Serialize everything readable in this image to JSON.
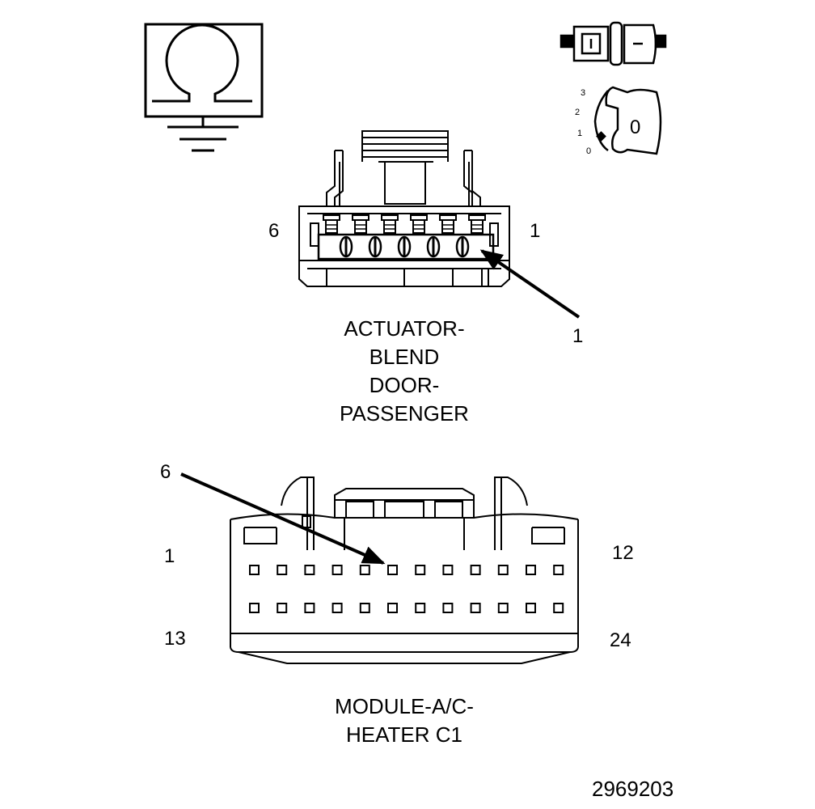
{
  "ground_symbol": {
    "icon": "ohmmeter-ground-icon"
  },
  "key_switch": {
    "positions": [
      "3",
      "2",
      "1",
      "0"
    ],
    "key_label": "0"
  },
  "connector_top": {
    "title_lines": [
      "ACTUATOR-",
      "BLEND",
      "DOOR-",
      "PASSENGER"
    ],
    "pin_left": "6",
    "pin_right": "1",
    "callout": "1"
  },
  "connector_bottom": {
    "title_lines": [
      "MODULE-A/C-",
      "HEATER C1"
    ],
    "pin_top_left": "1",
    "pin_top_right": "12",
    "pin_bottom_left": "13",
    "pin_bottom_right": "24",
    "callout": "6"
  },
  "figure_id": "2969203"
}
